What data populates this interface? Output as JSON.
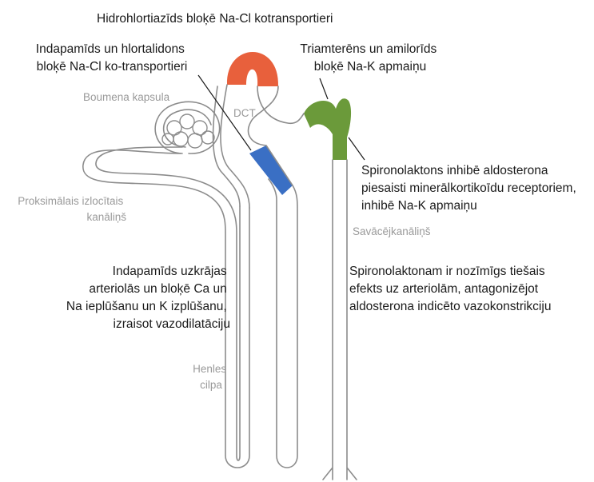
{
  "annotations": {
    "hydrochlorothiazide": "Hidrohlortiazīds bloķē Na-Cl kotransportieri",
    "indapamide_dct": [
      "Indapamīds un hlortalidons",
      "bloķē Na-Cl ko-transportieri"
    ],
    "triamterene": [
      "Triamterēns un amilorīds",
      "bloķē Na-K apmaiņu"
    ],
    "spironolactone_receptor": [
      "Spironolaktons inhibē aldosterona",
      "piesaisti minerālkortikoīdu receptoriem,",
      "inhibē Na-K apmaiņu"
    ],
    "indapamide_arterioles": [
      "Indapamīds uzkrājas",
      "arteriolās un bloķē Ca un",
      "Na ieplūšanu un K izplūšanu,",
      "izraisot vazodilatāciju"
    ],
    "spironolactone_arterioles": [
      "Spironolaktonam ir nozīmīgs tiešais",
      "efekts uz arteriolām, antagonizējot",
      "aldosterona indicēto vazokonstrikciju"
    ]
  },
  "structures": {
    "bowman_capsule": "Boumena kapsula",
    "dct": "DCT",
    "proximal_tubule": [
      "Proksimālais izlocītais",
      "kanāliņš"
    ],
    "collecting_duct": "Savācējkanāliņš",
    "loop_of_henle": [
      "Henles",
      "cilpa"
    ]
  },
  "colors": {
    "dct_segment": "#e8603c",
    "blue_segment": "#3a6fc4",
    "collecting_segment": "#6b9a3a",
    "tubule_line": "#8c8c8c",
    "gray_label": "#9a9a9a",
    "dark_label": "#1a1a1a"
  }
}
